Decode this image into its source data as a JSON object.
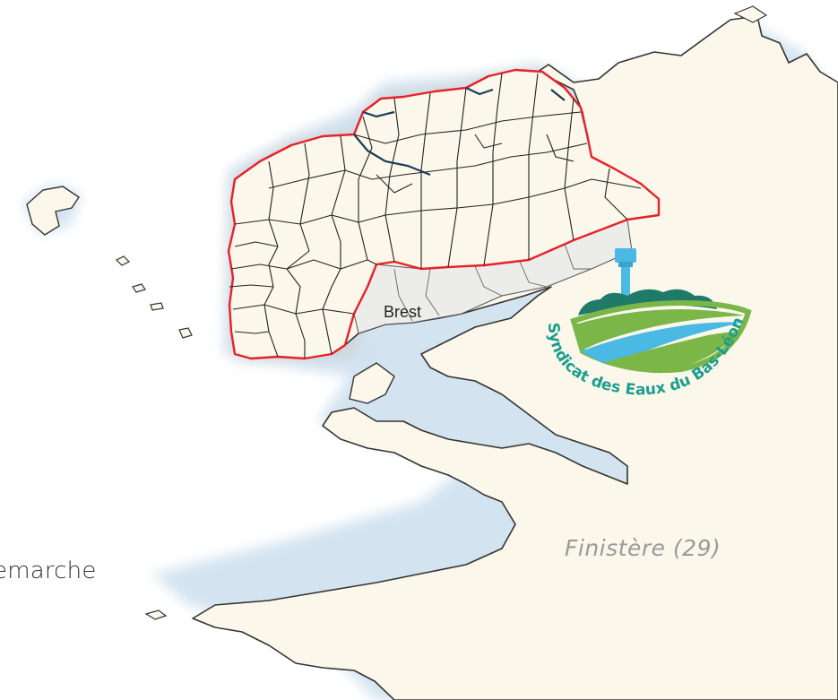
{
  "map": {
    "city_label": "Brest",
    "department_label": "Finistère (29)",
    "left_text": "emarche",
    "logo_text": "Syndicat des Eaux du Bas-Léon",
    "colors": {
      "land": "#fbf7ea",
      "coast": "#333333",
      "sea_glow": "#cfe1ef",
      "zone_border": "#e8202a",
      "zone_fill": "#fbf7ea",
      "brest_area": "#eeeeee",
      "logo_green": "#7ab648",
      "logo_teal": "#1a9e8e",
      "logo_blue": "#4ab9e3",
      "logo_dark": "#1f7a6a"
    }
  }
}
